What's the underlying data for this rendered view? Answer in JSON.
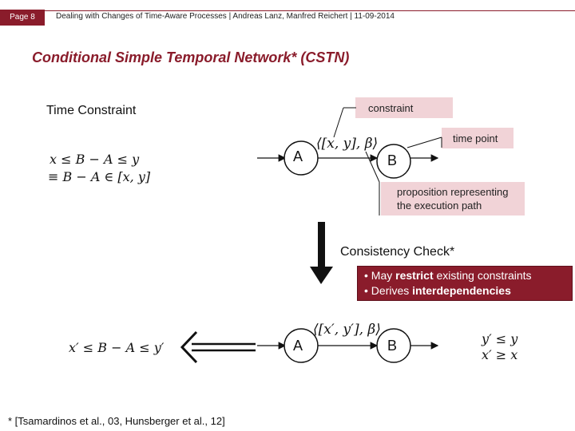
{
  "header": {
    "page_label": "Page 8",
    "text": "Dealing with Changes of Time-Aware Processes | Andreas Lanz, Manfred Reichert | 11-09-2014"
  },
  "title": "Conditional Simple Temporal Network* (CSTN)",
  "time_constraint_label": "Time Constraint",
  "callouts": {
    "constraint": "constraint",
    "time_point": "time point",
    "proposition_line1": "proposition representing",
    "proposition_line2": "the execution path"
  },
  "nodes": {
    "top_a": "A",
    "top_b": "B",
    "bottom_a": "A",
    "bottom_b": "B"
  },
  "formulas": {
    "top_label": "⟨[x, y], β⟩",
    "bottom_label": "⟨[x′, y′], β⟩",
    "left_line1": "x ≤ B − A ≤ y",
    "left_line2": "≡ B − A ∈ [x, y]",
    "bottom_left": "x′ ≤ B − A ≤ y′",
    "right_line1": "y′ ≤ y",
    "right_line2": "x′ ≥ x"
  },
  "consistency_check": "Consistency Check*",
  "bullets": [
    {
      "prefix": "May ",
      "bold": "restrict",
      "suffix": " existing constraints"
    },
    {
      "prefix": "Derives ",
      "bold": "interdependencies",
      "suffix": ""
    }
  ],
  "footnote": "* [Tsamardinos et al., 03, Hunsberger et al., 12]",
  "colors": {
    "accent": "#8a1c2b",
    "callout_fill": "#f1d3d7"
  }
}
